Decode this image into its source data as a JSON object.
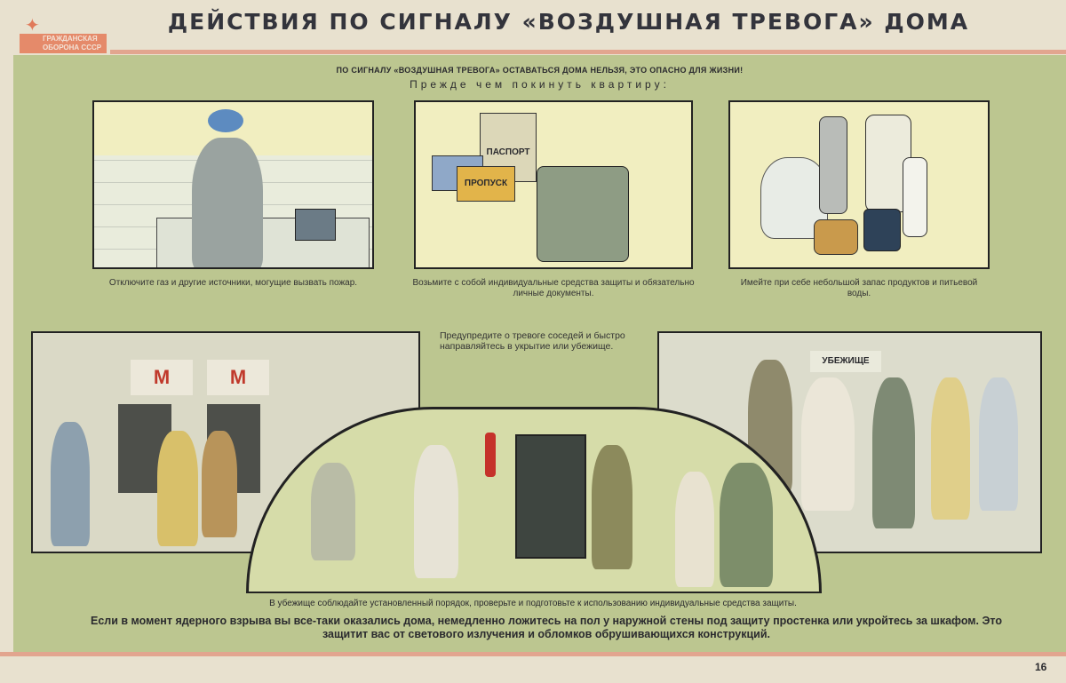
{
  "header": {
    "title": "ДЕЙСТВИЯ  ПО СИГНАЛУ «ВОЗДУШНАЯ ТРЕВОГА» ДОМА",
    "logo_text": "ГРАЖДАНСКАЯ ОБОРОНА СССР"
  },
  "intro": {
    "warning": "ПО СИГНАЛУ «ВОЗДУШНАЯ ТРЕВОГА» ОСТАВАТЬСЯ ДОМА НЕЛЬЗЯ, ЭТО ОПАСНО ДЛЯ ЖИЗНИ!",
    "before_leaving": "Прежде чем покинуть квартиру:"
  },
  "panels": [
    {
      "caption": "Отключите газ и другие источники, могущие вызвать пожар."
    },
    {
      "caption": "Возьмите с собой индивидуальные средства защиты и обязательно личные документы.",
      "labels": [
        "ПАСПОРТ",
        "ПРОПУСК"
      ]
    },
    {
      "caption": "Имейте при себе небольшой запас продуктов и питьевой воды."
    }
  ],
  "middle": {
    "caption": "Предупредите о тревоге соседей и быстро направляйтесь в укрытие или убежище.",
    "metro_sign": "М",
    "shelter_sign": "УБЕЖИЩЕ"
  },
  "footer": {
    "shelter_rule": "В убежище соблюдайте установленный порядок, проверьте и подготовьте к использованию индивидуальные средства защиты.",
    "nuclear_advice": "Если в момент ядерного взрыва вы все-таки оказались дома, немедленно ложитесь на пол у наружной стены под защиту простенка или укройтесь за шкафом. Это защитит вас от светового излучения и обломков обрушивающихся конструкций.",
    "page_number": "16"
  }
}
